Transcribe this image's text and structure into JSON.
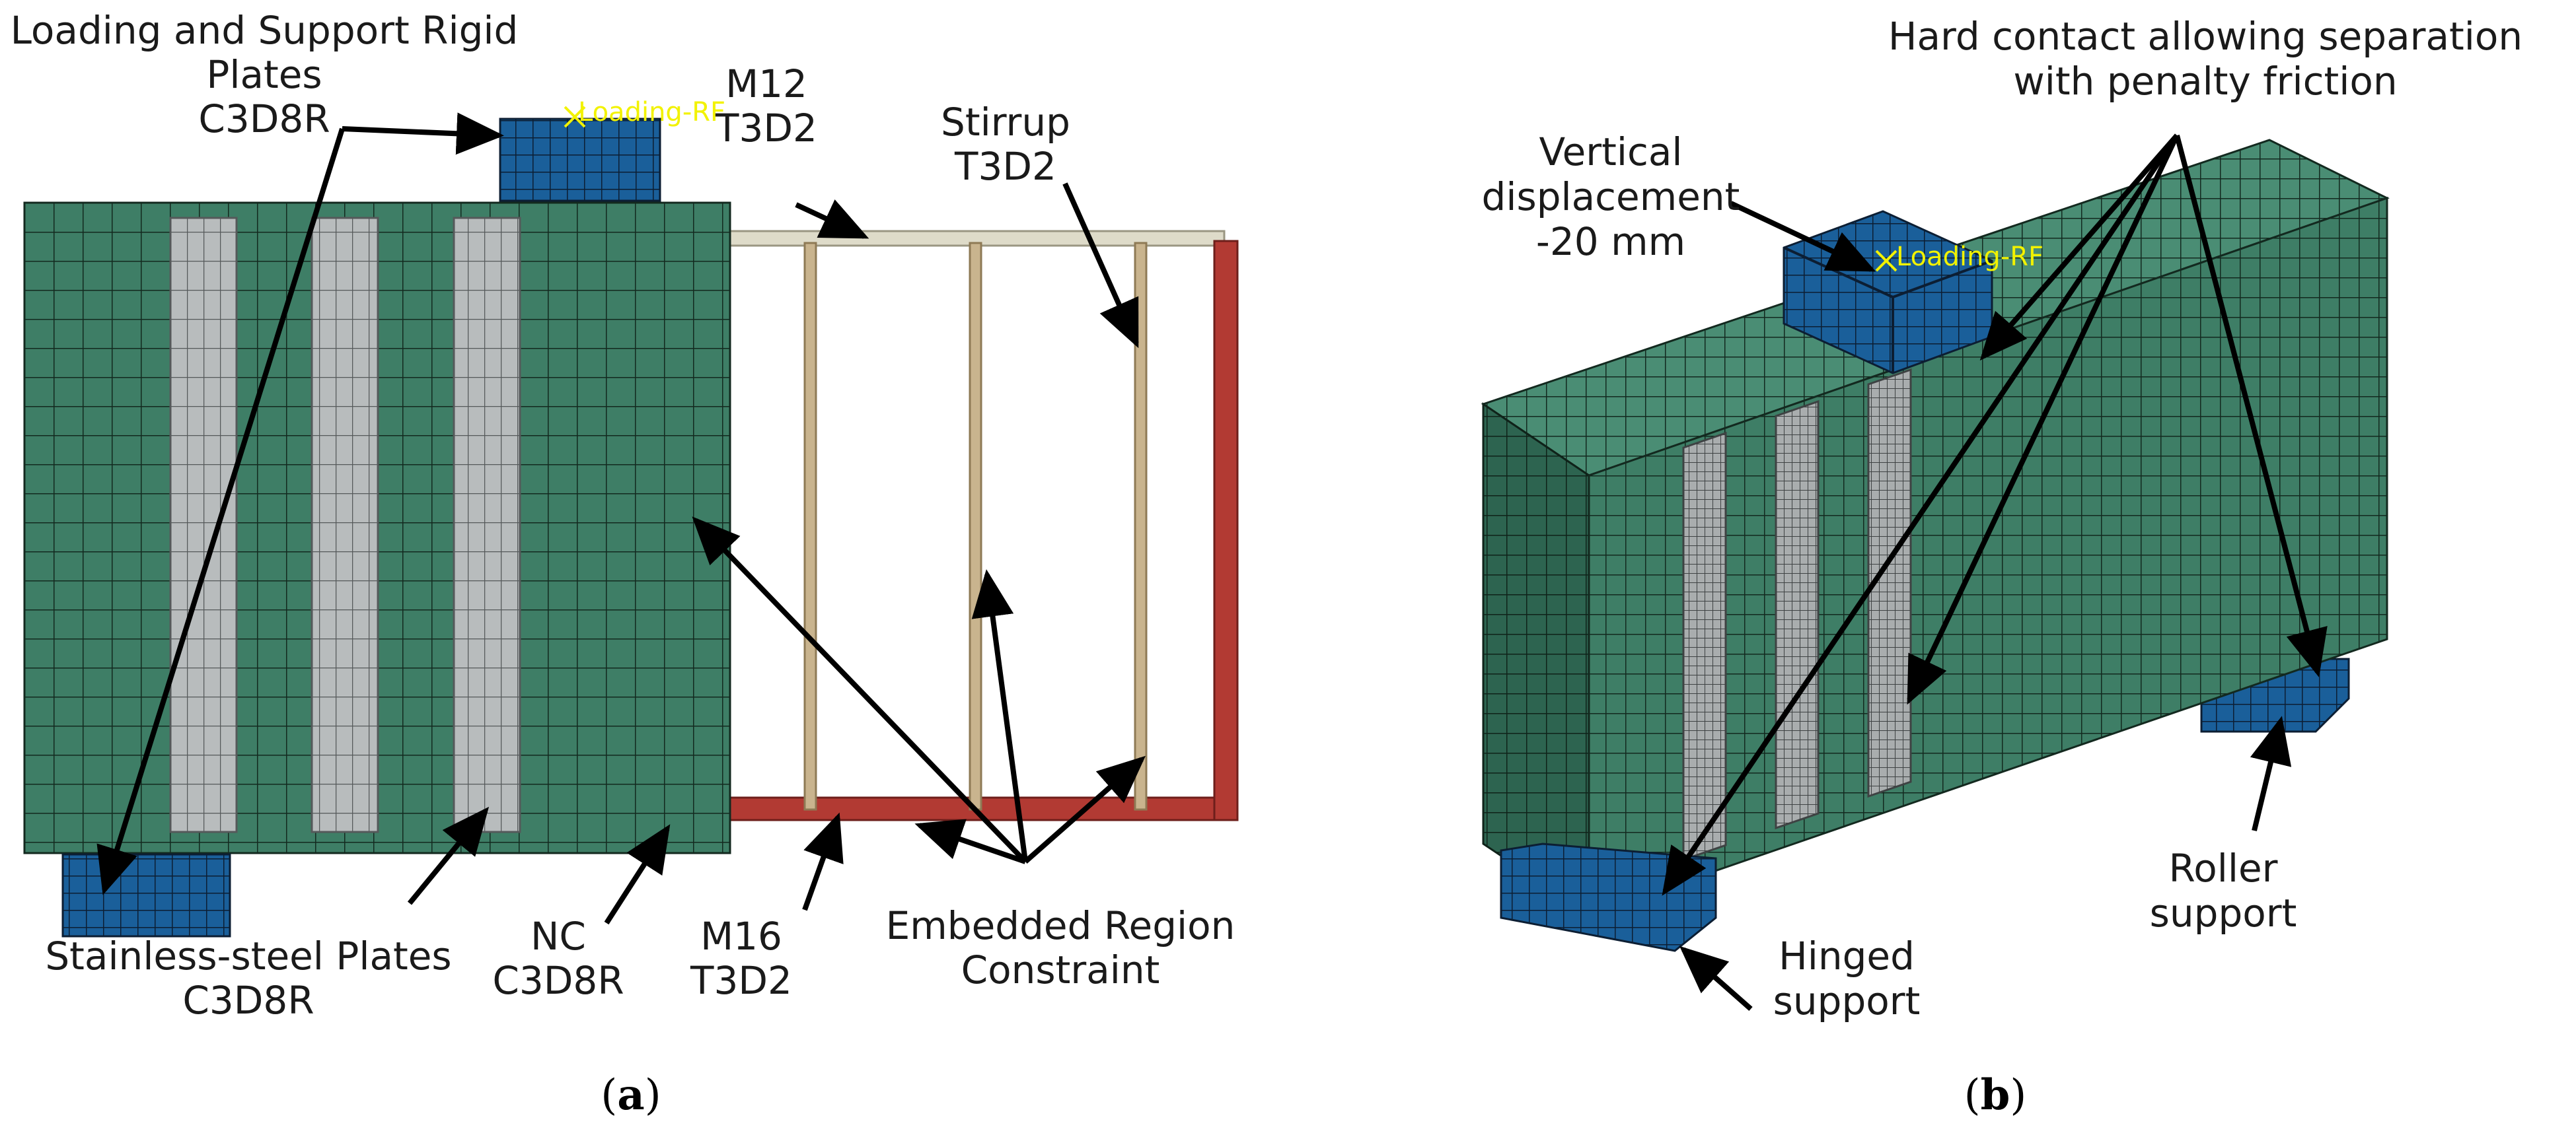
{
  "colors": {
    "concrete": "#3e7e66",
    "plate_blue": "#1a5f9a",
    "steel_grey": "#b8bcbd",
    "bar_m12": "#dedbc9",
    "bar_m16": "#b23a33",
    "stirrup": "#c9b48e",
    "rf_yellow": "#f2f200"
  },
  "panel_a": {
    "caption_letter": "a",
    "rf_label": "Loading-RF",
    "labels": {
      "plates_l1": "Loading and Support Rigid",
      "plates_l2": "Plates",
      "plates_l3": "C3D8R",
      "m12_l1": "M12",
      "m12_l2": "T3D2",
      "stirrup_l1": "Stirrup",
      "stirrup_l2": "T3D2",
      "ss_l1": "Stainless-steel Plates",
      "ss_l2": "C3D8R",
      "nc_l1": "NC",
      "nc_l2": "C3D8R",
      "m16_l1": "M16",
      "m16_l2": "T3D2",
      "emb_l1": "Embedded Region",
      "emb_l2": "Constraint"
    }
  },
  "panel_b": {
    "caption_letter": "b",
    "rf_label": "Loading-RF",
    "labels": {
      "contact_l1": "Hard contact allowing separation",
      "contact_l2": "with penalty friction",
      "vd_l1": "Vertical",
      "vd_l2": "displacement",
      "vd_l3": "-20 mm",
      "hinged_l1": "Hinged",
      "hinged_l2": "support",
      "roller_l1": "Roller",
      "roller_l2": "support"
    }
  }
}
